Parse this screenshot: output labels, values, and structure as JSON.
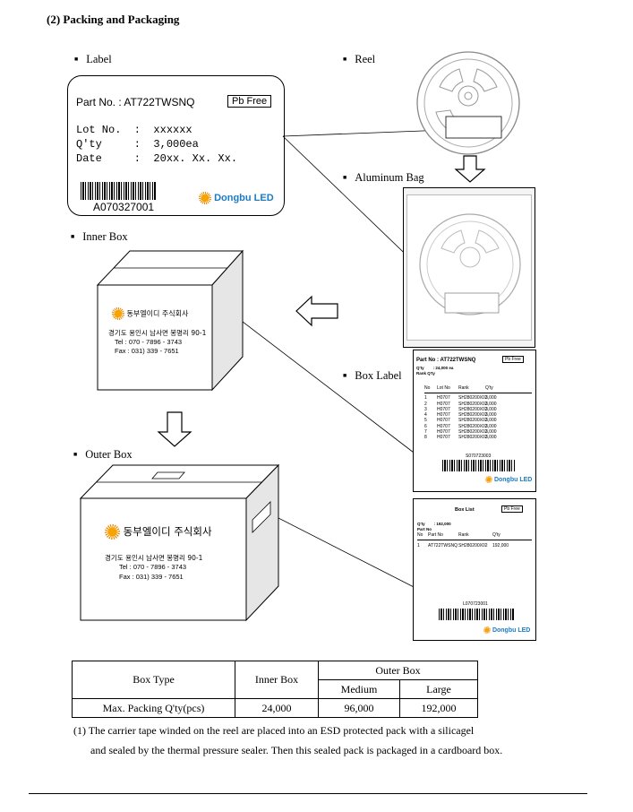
{
  "section_title": "(2) Packing and Packaging",
  "captions": {
    "label": "Label",
    "reel": "Reel",
    "aluminum_bag": "Aluminum Bag",
    "inner_box": "Inner Box",
    "box_label": "Box Label",
    "outer_box": "Outer Box"
  },
  "label_card": {
    "part_no": "Part No. : AT722TWSNQ",
    "pb_free": "Pb Free",
    "lot_row": "Lot No.  :  xxxxxx",
    "qty_row": "Q'ty     :  3,000ea",
    "date_row": "Date     :  20xx. Xx. Xx.",
    "barcode_text": "A070327001",
    "brand": "Dongbu LED"
  },
  "box_face": {
    "company": "동부엘이디 주식회사",
    "address": "경기도 용인시 남사면 봉명리 90-1",
    "tel": "Tel : 070 - 7896 - 3743",
    "fax": "Fax : 031) 339 - 7651"
  },
  "box_label": {
    "part_no": "Part No : AT722TWSNQ",
    "pb_free": "Pb Free",
    "qty": "Q'ty        : 24,000 ea",
    "rank": "Rank Q'ty",
    "headers": [
      "No",
      "Lot No",
      "Rank",
      "Q'ty"
    ],
    "rows": [
      [
        "1",
        "H0707",
        "SH280200X02",
        "3,000"
      ],
      [
        "2",
        "H0707",
        "SH280200X02",
        "3,000"
      ],
      [
        "3",
        "H0707",
        "SH280200X02",
        "3,000"
      ],
      [
        "4",
        "H0707",
        "SH280200X02",
        "3,000"
      ],
      [
        "5",
        "H0707",
        "SH280200X02",
        "3,000"
      ],
      [
        "6",
        "H0707",
        "SH280200X02",
        "3,000"
      ],
      [
        "7",
        "H0707",
        "SH280200X02",
        "3,000"
      ],
      [
        "8",
        "H0707",
        "SH280200X02",
        "3,000"
      ]
    ],
    "barcode_text": "S070723003",
    "brand": "Dongbu LED"
  },
  "box_list": {
    "title": "Box List",
    "pb_free": "Pb Free",
    "qty": "Q'ty        : 192,000",
    "part_no": "Part No",
    "headers": [
      "No",
      "Part No",
      "Rank",
      "Q'ty"
    ],
    "rows": [
      [
        "1",
        "AT722TWSNQ",
        "SH280200X02",
        "192,000"
      ]
    ],
    "barcode_text": "L070723001",
    "brand": "Dongbu LED"
  },
  "spec_table": {
    "box_type": "Box Type",
    "inner_box": "Inner Box",
    "outer_box": "Outer Box",
    "medium": "Medium",
    "large": "Large",
    "row_label": "Max. Packing Q'ty(pcs)",
    "inner_value": "24,000",
    "medium_value": "96,000",
    "large_value": "192,000"
  },
  "notes": {
    "line1": "(1) The carrier tape winded on the reel are placed into an ESD protected pack with a silicagel",
    "line2": "and sealed by the thermal pressure sealer.  Then this sealed pack is packaged in a cardboard box."
  }
}
